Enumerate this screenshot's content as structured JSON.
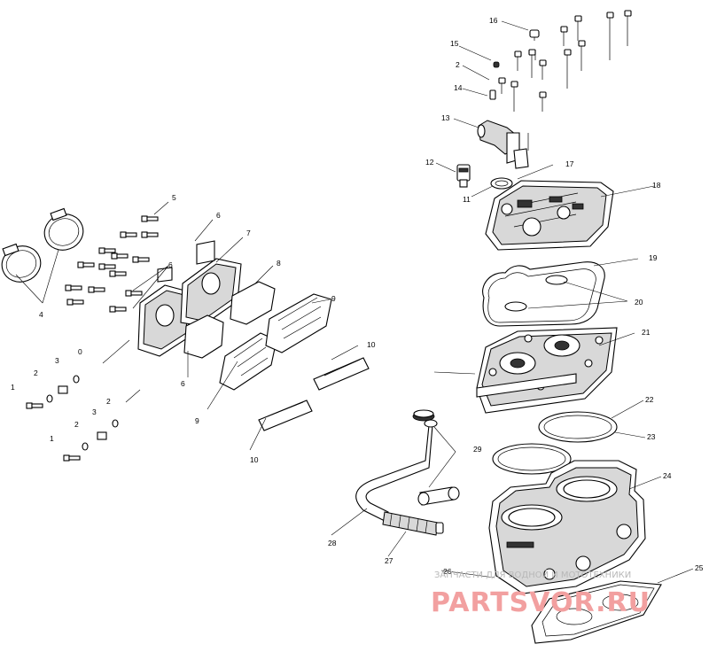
{
  "callouts": [
    {
      "id": "c16",
      "text": "16"
    },
    {
      "id": "c15",
      "text": "15"
    },
    {
      "id": "c2a",
      "text": "2"
    },
    {
      "id": "c14",
      "text": "14"
    },
    {
      "id": "c13",
      "text": "13"
    },
    {
      "id": "c12",
      "text": "12"
    },
    {
      "id": "c17",
      "text": "17"
    },
    {
      "id": "c11",
      "text": "11"
    },
    {
      "id": "c18",
      "text": "18"
    },
    {
      "id": "c19",
      "text": "19"
    },
    {
      "id": "c20",
      "text": "20"
    },
    {
      "id": "c21",
      "text": "21"
    },
    {
      "id": "c22",
      "text": "22"
    },
    {
      "id": "c23",
      "text": "23"
    },
    {
      "id": "c29",
      "text": "29"
    },
    {
      "id": "c24",
      "text": "24"
    },
    {
      "id": "c28",
      "text": "28"
    },
    {
      "id": "c27",
      "text": "27"
    },
    {
      "id": "c26",
      "text": "26"
    },
    {
      "id": "c25",
      "text": "25"
    },
    {
      "id": "c5",
      "text": "5"
    },
    {
      "id": "c6a",
      "text": "6"
    },
    {
      "id": "c6b",
      "text": "6"
    },
    {
      "id": "c7",
      "text": "7"
    },
    {
      "id": "c8",
      "text": "8"
    },
    {
      "id": "c9a",
      "text": "9"
    },
    {
      "id": "c10a",
      "text": "10"
    },
    {
      "id": "c9b",
      "text": "9"
    },
    {
      "id": "c10b",
      "text": "10"
    },
    {
      "id": "c6c",
      "text": "6"
    },
    {
      "id": "c4",
      "text": "4"
    },
    {
      "id": "c1a",
      "text": "1"
    },
    {
      "id": "c2b",
      "text": "2"
    },
    {
      "id": "c3a",
      "text": "3"
    },
    {
      "id": "c0",
      "text": "0"
    },
    {
      "id": "c1b",
      "text": "1"
    },
    {
      "id": "c2c",
      "text": "2"
    },
    {
      "id": "c3b",
      "text": "3"
    },
    {
      "id": "c2d",
      "text": "2"
    }
  ],
  "watermark": {
    "tagline": "ЗАПЧАСТИ ДЛЯ ВОДНОЙ И МОТОТЕХНИКИ",
    "brand": "PARTSVOR.RU"
  }
}
